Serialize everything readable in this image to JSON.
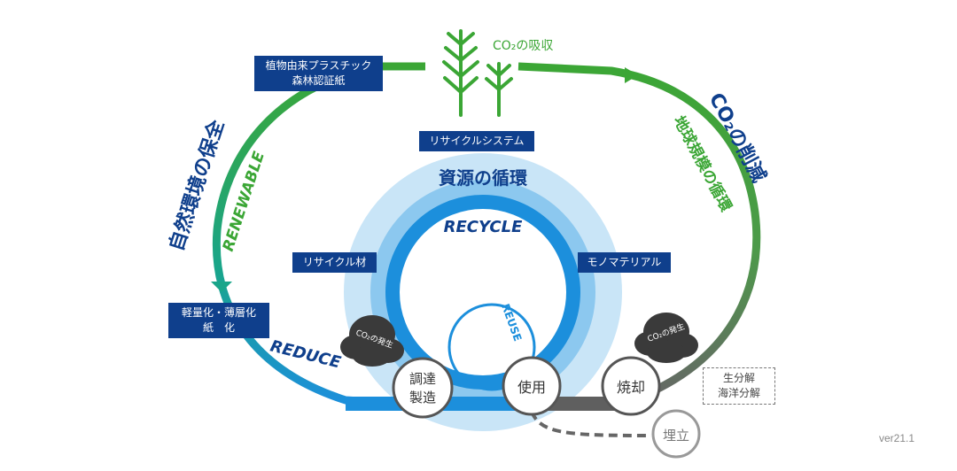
{
  "title_top": "CO₂の吸収",
  "left_arc": {
    "title": "自然環境の保全",
    "keyword": "RENEWABLE"
  },
  "right_arc": {
    "title": "CO₂の削減",
    "subtitle": "地球規模の循環"
  },
  "center": {
    "title": "資源の循環",
    "recycle": "RECYCLE",
    "reuse": "REUSE",
    "reduce": "REDUCE"
  },
  "boxes": {
    "plant_plastic": [
      "植物由来プラスチック",
      "森林認証紙"
    ],
    "recycle_system": "リサイクルシステム",
    "recycle_material": "リサイクル材",
    "monomaterial": "モノマテリアル",
    "lightweight": [
      "軽量化・薄層化",
      "紙　化"
    ],
    "biodegradation": [
      "生分解",
      "海洋分解"
    ]
  },
  "stages": {
    "procure": [
      "調達",
      "製造"
    ],
    "use": "使用",
    "burn": "焼却",
    "landfill": "埋立"
  },
  "co2_clouds": {
    "left": "CO₂の発生",
    "right": "CO₂の発生"
  },
  "version": "ver21.1",
  "colors": {
    "navy": "#0f3f8c",
    "green": "#3ba635",
    "blue": "#1c8fdc",
    "light_blue": "#a7d4f1",
    "grey": "#5f5f5f"
  }
}
